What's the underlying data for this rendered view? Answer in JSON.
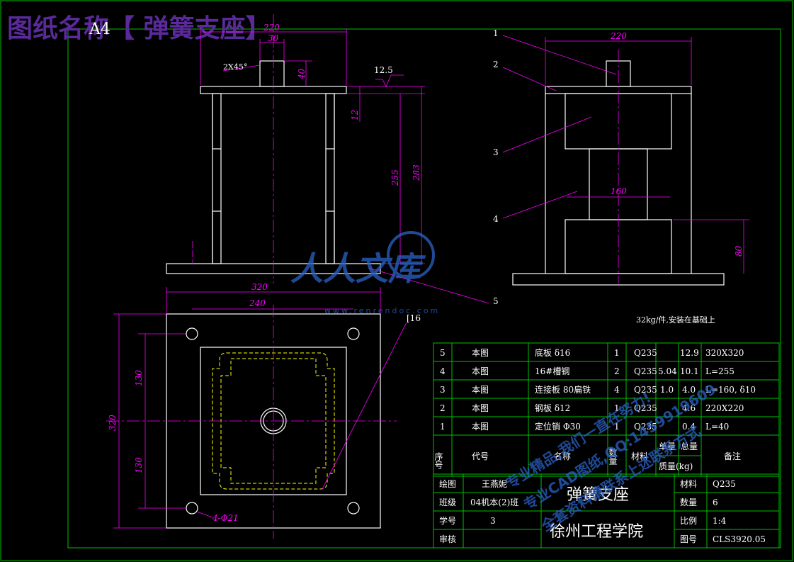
{
  "sheet": {
    "title_banner": "图纸名称【 弹簧支座】",
    "size_label": "A4"
  },
  "front_view": {
    "dims": {
      "top_width": "220",
      "pin_dia": "30",
      "chamfer": "2X45°",
      "pin_height": "40",
      "roughness": "12.5",
      "plate_thk": "12",
      "h255": "255",
      "h283": "283"
    }
  },
  "side_view": {
    "dims": {
      "w220": "220",
      "w160": "160",
      "h80": "80"
    },
    "balloons": [
      "1",
      "2",
      "3",
      "4",
      "5"
    ]
  },
  "plan_view": {
    "dims": {
      "w320": "320",
      "w240": "240",
      "h320": "320",
      "h130a": "130",
      "h130b": "130",
      "holes": "4-Φ21",
      "channel": "[16"
    }
  },
  "note": "32kg/件,安装在基础上",
  "parts_list": {
    "rows": [
      [
        "5",
        "本图",
        "底板 δ16",
        "1",
        "Q235",
        "12.9",
        "",
        "320X320"
      ],
      [
        "4",
        "本图",
        "16#槽钢",
        "2",
        "Q235",
        "5.04",
        "10.1",
        "L=255"
      ],
      [
        "3",
        "本图",
        "连接板 80扁铁",
        "4",
        "Q235",
        "1.0",
        "4.0",
        "L=160, δ10"
      ],
      [
        "2",
        "本图",
        "钢板 δ12",
        "1",
        "Q235",
        "",
        "4.6",
        "220X220"
      ],
      [
        "1",
        "本图",
        "定位销 Φ30",
        "1",
        "Q235",
        "",
        "0.4",
        "L=40"
      ]
    ],
    "header": {
      "seq": "序号",
      "code": "代号",
      "name": "名称",
      "qty": "数量",
      "material": "材料",
      "unit": "单量",
      "total": "总量",
      "mass": "质量(kg)",
      "remark": "备注"
    }
  },
  "title_block": {
    "drawn_label": "绘图",
    "drawn_value": "王燕妮",
    "class_label": "班级",
    "class_value": "04机本(2)班",
    "id_label": "学号",
    "id_value": "3",
    "review_label": "审核",
    "part_name": "弹簧支座",
    "school": "徐州工程学院",
    "material_label": "材料",
    "material_value": "Q235",
    "qty_label": "数量",
    "qty_value": "6",
    "scale_label": "比例",
    "scale_value": "1:4",
    "drawing_no_label": "图号",
    "drawing_no_value": "CLS3920.05"
  },
  "watermark": {
    "logo_text": "人人文库",
    "url": "www.renrendoc.com",
    "diagonal_1": "专业精品,我们一直在努力!",
    "diagonal_2": "专业CAD图纸,QQ:1459919609",
    "diagonal_3": "全套资料请联系上述联系方式"
  },
  "colors": {
    "outline": "#ffffff",
    "dimension": "#ff00ff",
    "centerline": "#ff00ff",
    "frame": "#00c000",
    "hidden": "#ffff00",
    "banner": "#5a2a9a",
    "watermark": "#2a63c9"
  }
}
